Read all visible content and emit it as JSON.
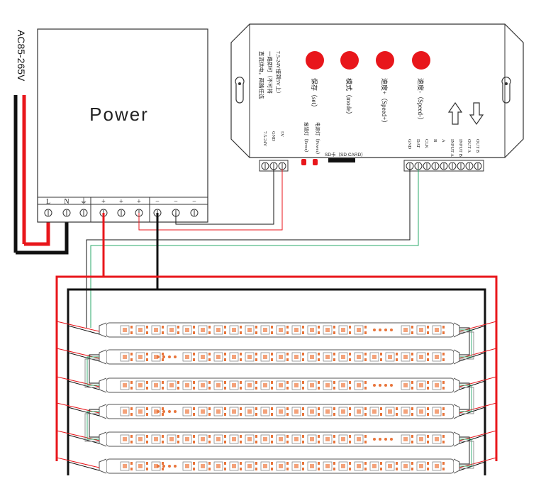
{
  "ac_input_label": "AC85-265V",
  "power_supply": {
    "title": "Power",
    "terminals": [
      "L",
      "N",
      "⏚",
      "+",
      "+",
      "+",
      "−",
      "−",
      "−"
    ]
  },
  "controller": {
    "spec_text": [
      "直流供电，两路任选",
      "一路即可（不可将",
      "7.5-24V接到5V上）"
    ],
    "buttons": [
      {
        "label": "保存（set）",
        "color": "#e8161b"
      },
      {
        "label": "模式（mode）",
        "color": "#e8161b"
      },
      {
        "label": "速度+（Speed+）",
        "color": "#e8161b"
      },
      {
        "label": "速度-（Speed-）",
        "color": "#e8161b"
      }
    ],
    "power_terminals": [
      "7.5-24V",
      "GND",
      "5V"
    ],
    "leds": [
      "报错灯（Error）",
      "电源灯（Power）"
    ],
    "sd_label": "SD卡（SD CARD）",
    "io_terminals": [
      "GND",
      "DAT",
      "CLK",
      "B",
      "A",
      "INPUT A",
      "INPUT B",
      "OUT A",
      "OUT B"
    ]
  },
  "strips": {
    "rows": 6
  },
  "colors": {
    "red_wire": "#e8161b",
    "black_wire": "#111111",
    "green_wire": "#2aa86a",
    "led_chip": "#e8743a"
  }
}
